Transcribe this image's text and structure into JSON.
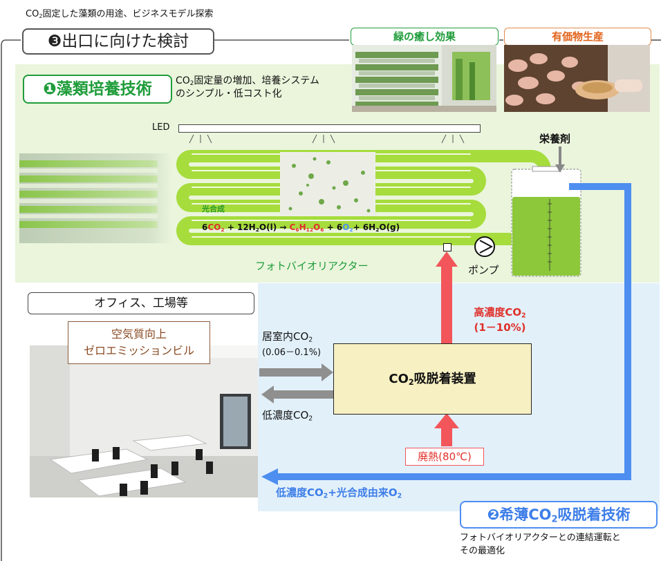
{
  "header": {
    "caption_prefix": "CO",
    "caption_sub": "2",
    "caption_rest": "固定した藻類の用途、ビジネスモデル探索",
    "section3_title": "❸出口に向けた検討",
    "tag_green": "緑の癒し効果",
    "tag_orange": "有価物生産"
  },
  "section1": {
    "title": "❶藻類培養技術",
    "desc_l1_prefix": "CO",
    "desc_l1_sub": "2",
    "desc_l1_rest": "固定量の増加、培養システム",
    "desc_l2": "のシンプル・低コスト化",
    "led_label": "LED",
    "nutrient_label": "栄養剤",
    "photosynthesis_label": "光合成",
    "equation": {
      "p1": "6",
      "p2": "CO",
      "p3": "2",
      "p4": " + 12H",
      "p5": "2",
      "p6": "O(l) → ",
      "p7": "C",
      "p8": "6",
      "p9": "H",
      "p10": "12",
      "p11": "O",
      "p12": "6",
      "p13": " + 6",
      "p14": "O",
      "p15": "2",
      "p16": "+ 6H",
      "p17": "2",
      "p18": "O(g)"
    },
    "reactor_label": "フォトバイオリアクター",
    "pump_label": "ポンプ"
  },
  "section2": {
    "office_label": "オフィス、工場等",
    "air_quality_l1": "空気質向上",
    "air_quality_l2": "ゼロエミッションビル",
    "indoor_co2_prefix": "居室内CO",
    "indoor_co2_sub": "2",
    "indoor_co2_range": "(0.06－0.1%)",
    "low_co2_prefix": "低濃度CO",
    "low_co2_sub": "2",
    "device_prefix": "CO",
    "device_sub": "2",
    "device_rest": "吸脱着装置",
    "high_co2_prefix": "高濃度CO",
    "high_co2_sub": "2",
    "high_co2_range": "(1－10%)",
    "waste_heat": "廃熱(80℃)",
    "return_p1": "低濃度CO",
    "return_s1": "2",
    "return_p2": "+光合成由来O",
    "return_s2": "2",
    "title_prefix": "❷希薄CO",
    "title_sub": "2",
    "title_rest": "吸脱着技術",
    "desc_l1": "フォトバイオリアクターとの連結運転と",
    "desc_l2": "その最適化"
  },
  "colors": {
    "green_dark": "#1f9c3a",
    "tube_green": "#a6dc3c",
    "section1_bg": "#eaf5dc",
    "section2_bg": "#e2f0fa",
    "blue_arrow": "#4d8ef0",
    "red_arrow": "#f2565a",
    "device_fill": "#f7f0c2",
    "brown_border": "#8a5a3a",
    "orange_border": "#e28a4a",
    "red_text": "#e0302a"
  }
}
